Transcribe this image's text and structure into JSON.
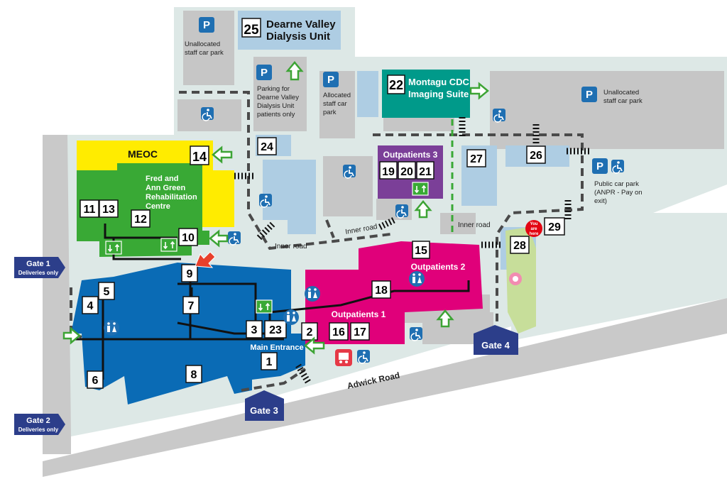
{
  "colors": {
    "site": "#dde8e6",
    "grey_block": "#c6c6c6",
    "light_blue": "#aecde3",
    "main_blue": "#0a6bb5",
    "green": "#39a935",
    "yellow": "#ffec00",
    "magenta": "#e0007a",
    "purple": "#7b3f98",
    "teal": "#009a8a",
    "path": "#4a4a4a",
    "gate_box": "#2c3e8a",
    "icon_blue": "#1f6fb2",
    "arrow_green": "#3da435",
    "entrance_arrow": "#e8402b"
  },
  "gates": [
    {
      "label": "Gate 1",
      "sub": "Deliveries only"
    },
    {
      "label": "Gate 2",
      "sub": "Deliveries only"
    },
    {
      "label": "Gate 3",
      "sub": ""
    },
    {
      "label": "Gate 4",
      "sub": ""
    }
  ],
  "buildings": {
    "b25": {
      "number": "25",
      "name_line1": "Dearne Valley",
      "name_line2": "Dialysis Unit"
    },
    "b22": {
      "number": "22",
      "name_line1": "Montagu CDC",
      "name_line2": "Imaging Suite"
    },
    "meoc": {
      "name": "MEOC",
      "number": "14"
    },
    "fred": {
      "line1": "Fred and",
      "line2": "Ann Green",
      "line3": "Rehabilitation",
      "line4": "Centre"
    },
    "outpatients3": {
      "name": "Outpatients 3",
      "numbers": [
        "19",
        "20",
        "21"
      ]
    },
    "outpatients2": {
      "name": "Outpatients 2",
      "numbers": [
        "15",
        "18"
      ]
    },
    "outpatients1": {
      "name": "Outpatients 1",
      "numbers": [
        "2",
        "16",
        "17"
      ]
    },
    "main": {
      "numbers": [
        "1",
        "3",
        "23",
        "4",
        "5",
        "6",
        "7",
        "8",
        "9",
        "10",
        "11",
        "12",
        "13"
      ],
      "entrance": "Main Entrance"
    },
    "others": {
      "b24": "24",
      "b26": "26",
      "b27": "27",
      "b28": "28",
      "b29": "29"
    }
  },
  "labels": {
    "unalloc_top": {
      "line1": "Unallocated",
      "line2": "staff car park"
    },
    "parking_dialysis": {
      "line1": "Parking for",
      "line2": "Dearne Valley",
      "line3": "Dialysis Unit",
      "line4": "patients only"
    },
    "allocated": {
      "line1": "Allocated",
      "line2": "staff car",
      "line3": "park"
    },
    "unalloc_right": {
      "line1": "Unallocated",
      "line2": "staff car park"
    },
    "public": {
      "line1": "Public car park",
      "line2": "(ANPR - Pay on",
      "line3": "exit)"
    },
    "inner_road": "Inner road",
    "adwick_road": "Adwick Road",
    "you_are_here": {
      "line1": "You",
      "line2": "are",
      "line3": "here"
    }
  },
  "icons": {
    "parking": "P",
    "lift": "lift-icon",
    "toilets": "toilets-icon",
    "disabled": "disabled-icon",
    "bus": "bus-icon",
    "flower": "flower-icon"
  }
}
